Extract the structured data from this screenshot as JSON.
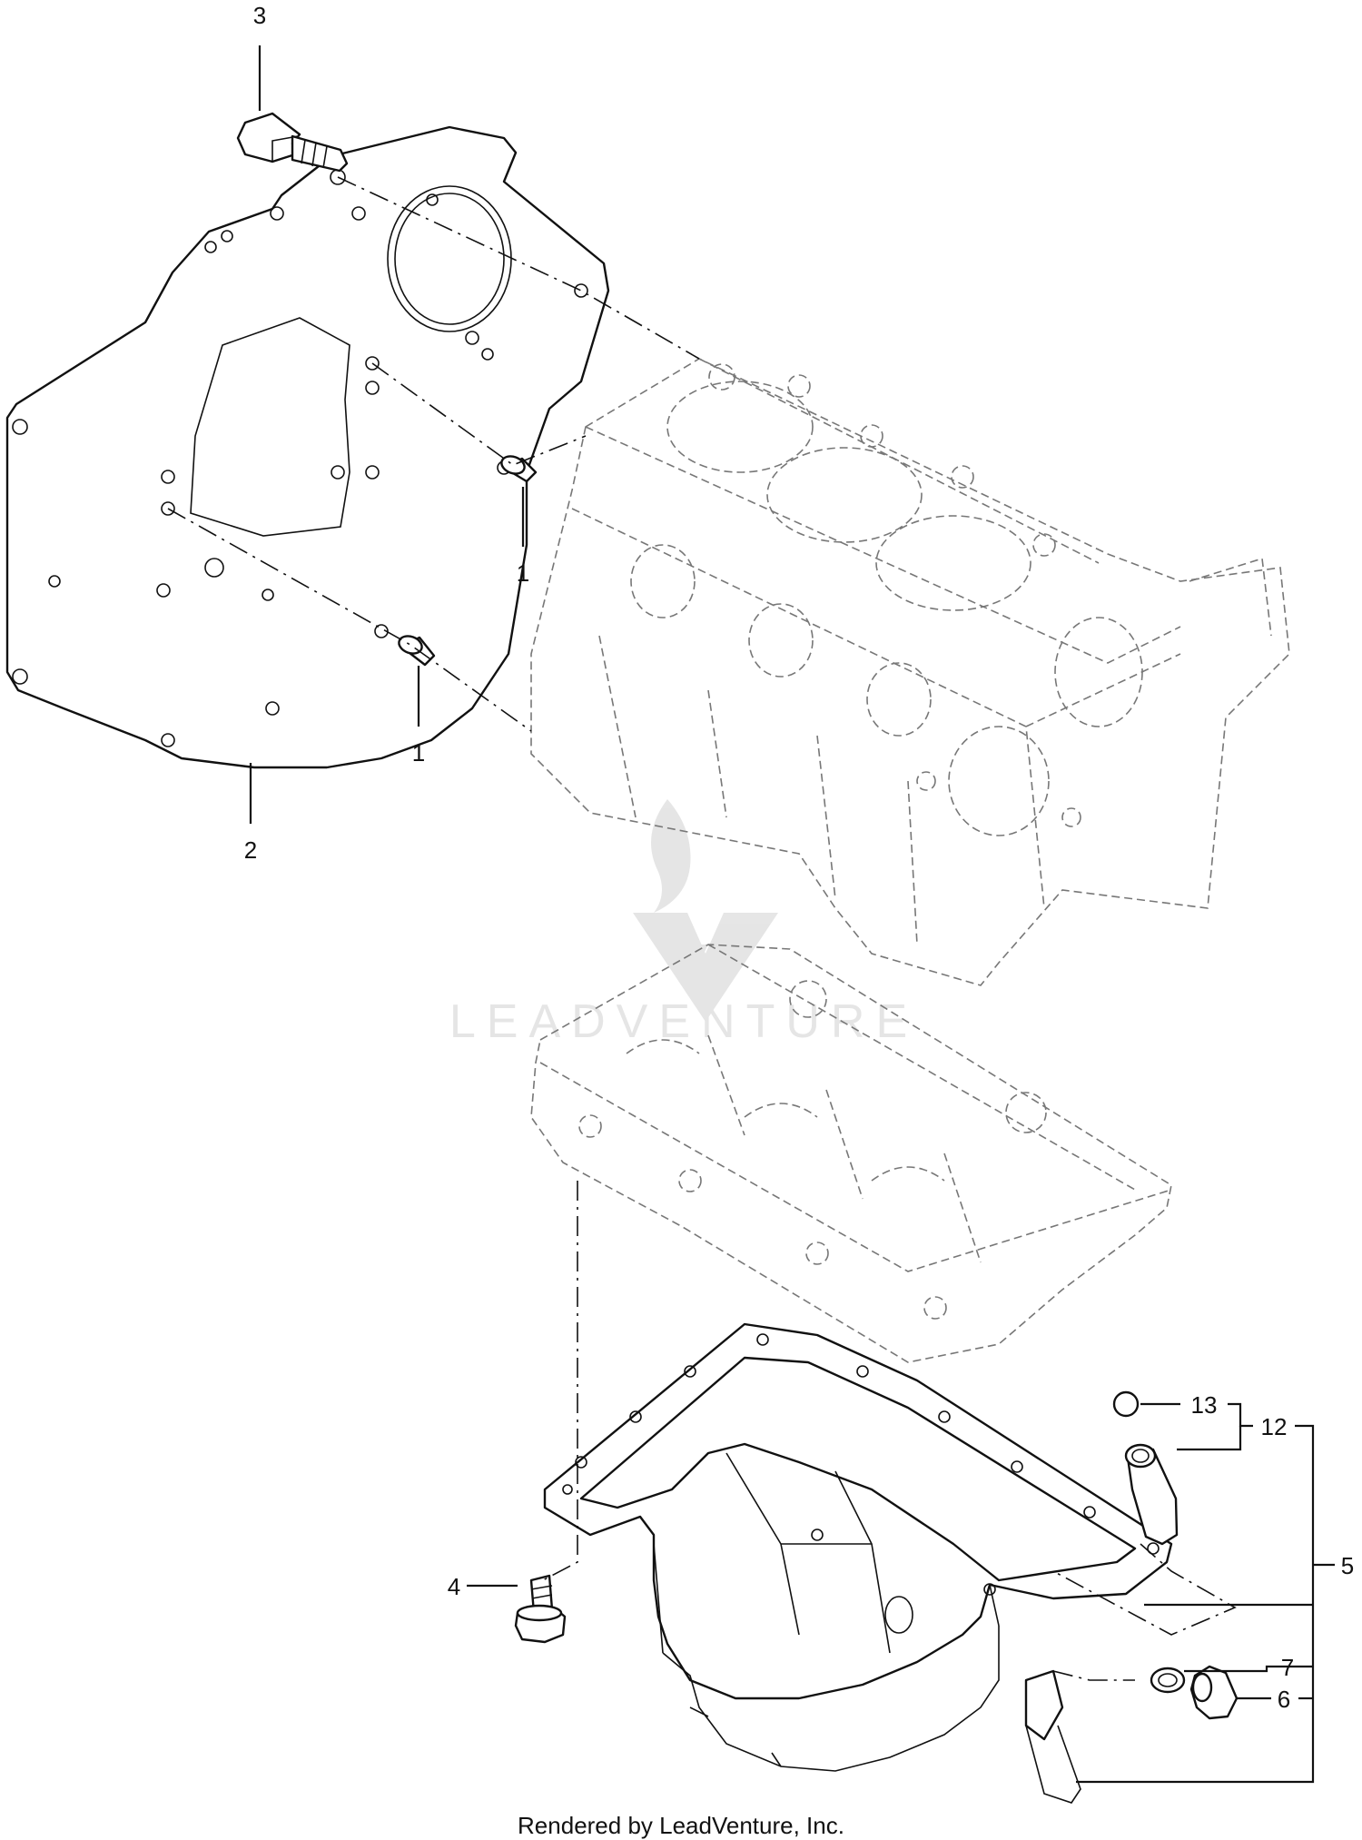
{
  "callouts": {
    "c1a": "1",
    "c1b": "1",
    "c2": "2",
    "c3": "3",
    "c4": "4",
    "c5": "5",
    "c6": "6",
    "c7": "7",
    "c12": "12",
    "c13": "13"
  },
  "watermark": "LEADVENTURE",
  "footer": "Rendered by LeadVenture, Inc."
}
